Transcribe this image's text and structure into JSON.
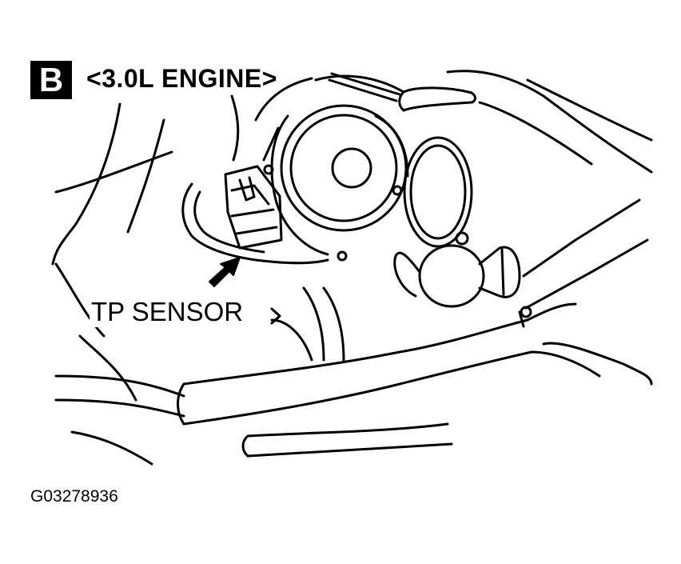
{
  "figure": {
    "badge_letter": "B",
    "title": "<3.0L ENGINE>",
    "callout_label": "TP SENSOR",
    "figure_id": "G03278936"
  }
}
